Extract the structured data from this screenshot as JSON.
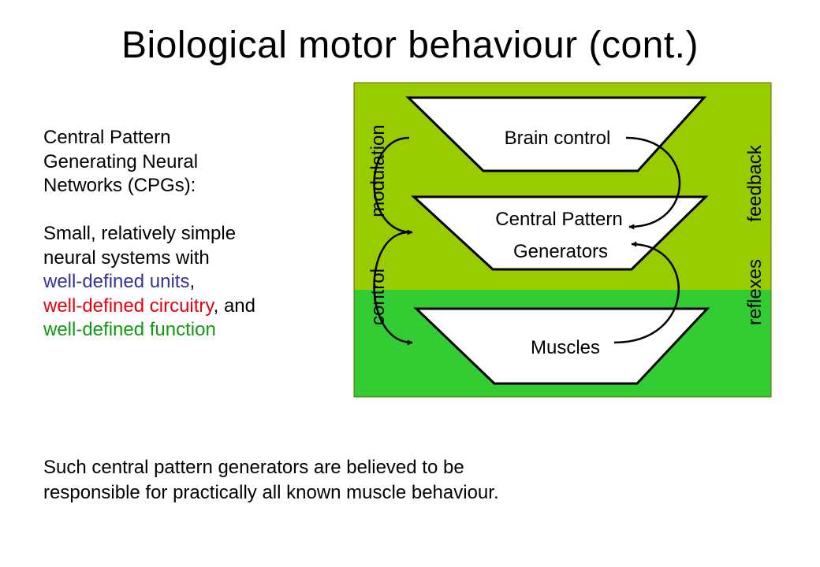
{
  "title": "Biological motor behaviour (cont.)",
  "left_text": {
    "line1": "Central Pattern",
    "line2": "Generating  Neural",
    "line3": "Networks (CPGs):",
    "line4": "Small, relatively simple",
    "line5": "neural systems with",
    "units": "well-defined units",
    "units_suffix": ",",
    "circuitry": "well-defined circuitry",
    "circuitry_suffix": ", and",
    "function": "well-defined function"
  },
  "diagram": {
    "colors": {
      "upper_background": "#99cc00",
      "lower_background": "#33cc33",
      "box_fill": "#ffffff",
      "stroke": "#000000"
    },
    "boxes": {
      "brain": "Brain control",
      "cpg_line1": "Central Pattern",
      "cpg_line2": "Generators",
      "muscles": "Muscles"
    },
    "labels": {
      "modulation": "modulation",
      "control": "control",
      "feedback": "feedback",
      "reflexes": "reflexes"
    }
  },
  "bottom_text": {
    "line1": "Such central pattern generators are believed to be",
    "line2": "responsible for practically all known muscle behaviour."
  }
}
